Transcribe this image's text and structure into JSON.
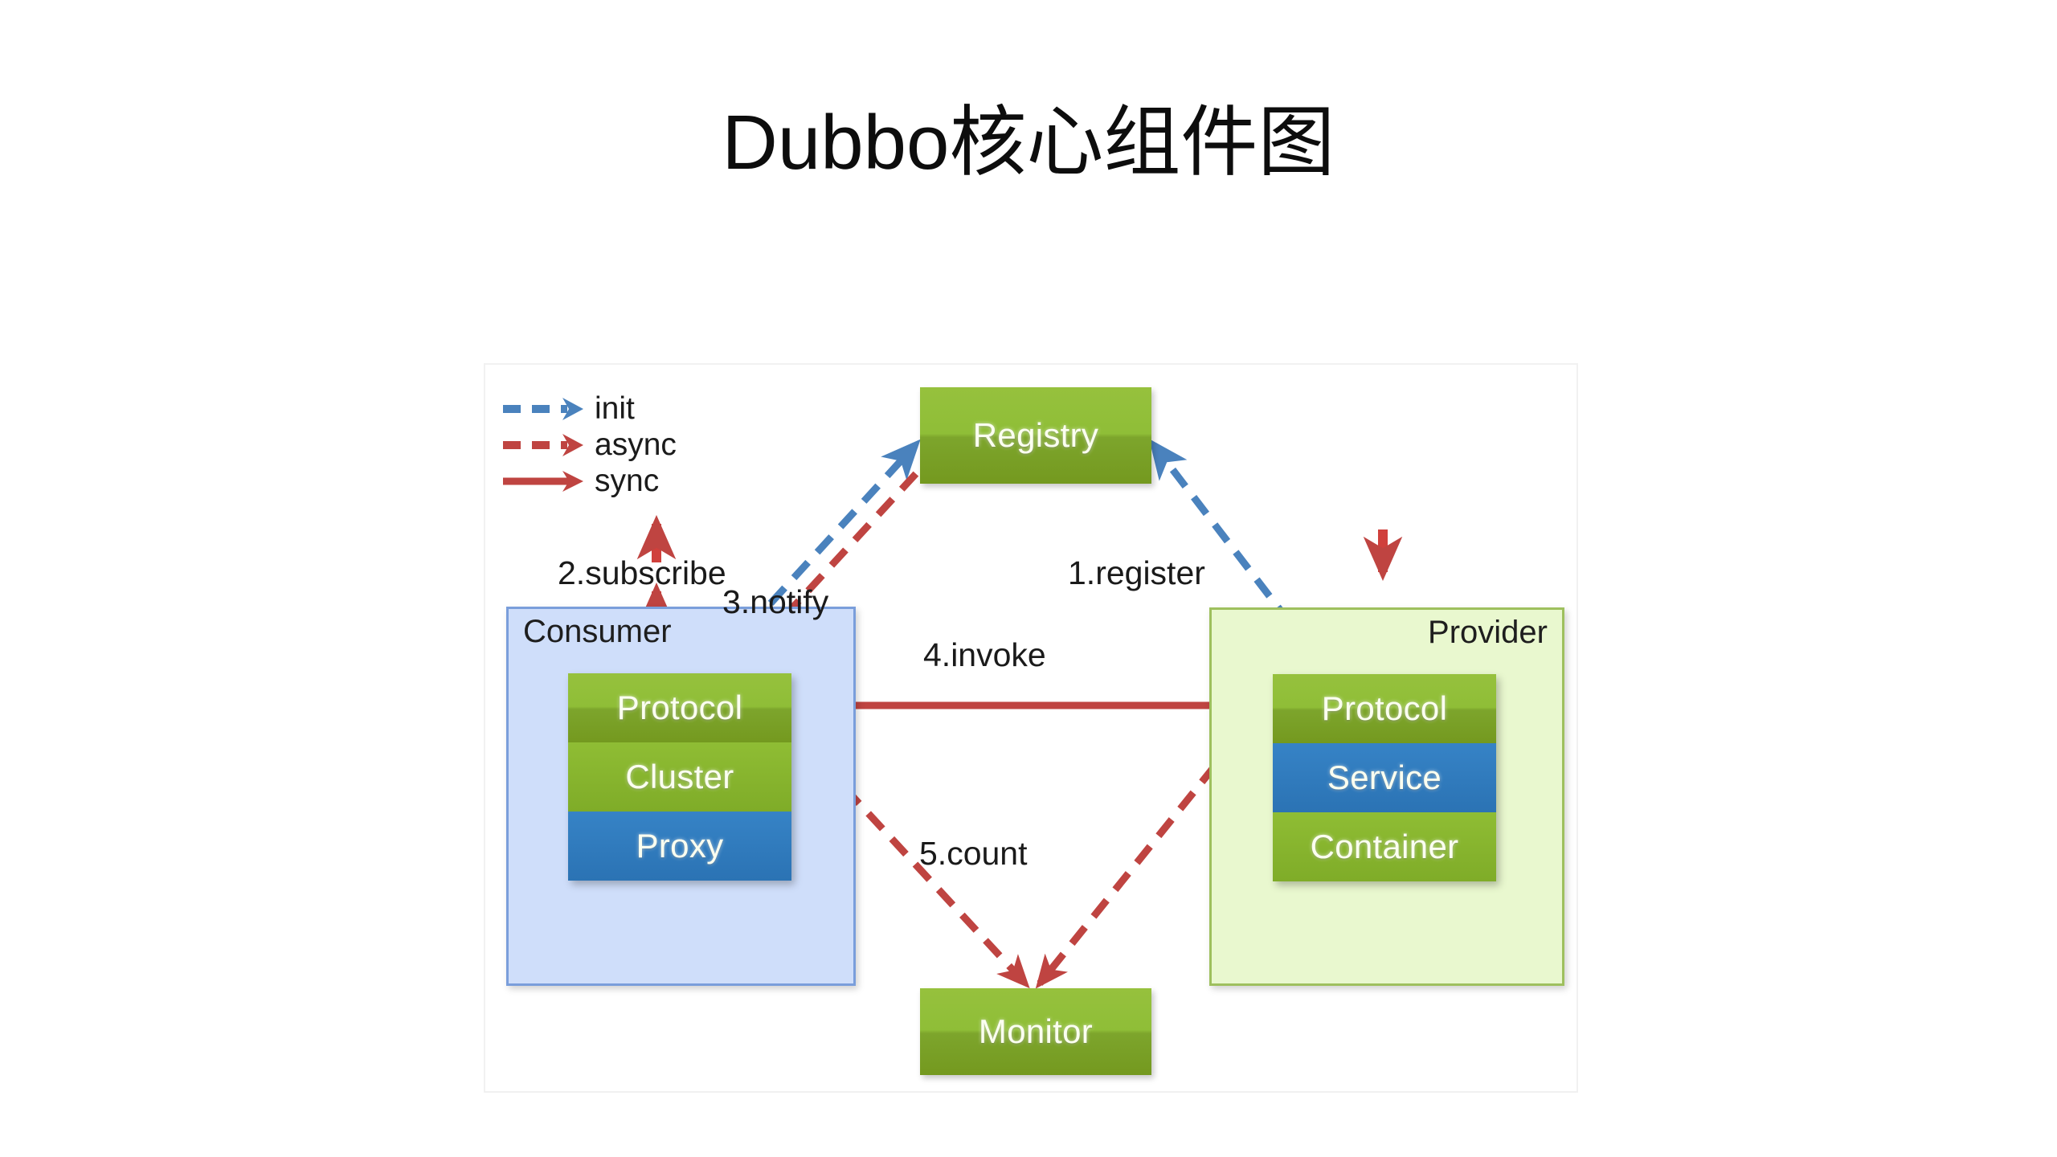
{
  "slide": {
    "title": "Dubbo核心组件图"
  },
  "diagram": {
    "legend": [
      {
        "label": "init",
        "style": "dashed",
        "color": "#4a82bd",
        "icon": "dashed-arrow-icon"
      },
      {
        "label": "async",
        "style": "dashed",
        "color": "#bf4441",
        "icon": "dashed-arrow-icon"
      },
      {
        "label": "sync",
        "style": "solid",
        "color": "#bf4441",
        "icon": "solid-arrow-icon"
      }
    ],
    "nodes": {
      "registry": {
        "label": "Registry",
        "color": "#8fbe37"
      },
      "monitor": {
        "label": "Monitor",
        "color": "#8fbe37"
      }
    },
    "consumer": {
      "title": "Consumer",
      "panel_color": "#cfdefa",
      "border_color": "#7a9edb",
      "layers": [
        {
          "label": "Protocol",
          "color": "#8fbe37"
        },
        {
          "label": "Cluster",
          "color": "#8fbd34"
        },
        {
          "label": "Proxy",
          "color": "#2b73b4"
        }
      ]
    },
    "provider": {
      "title": "Provider",
      "panel_color": "#e9f8cf",
      "border_color": "#9ec05e",
      "layers": [
        {
          "label": "Protocol",
          "color": "#8fbe37"
        },
        {
          "label": "Service",
          "color": "#2b73b4"
        },
        {
          "label": "Container",
          "color": "#8fbd34"
        }
      ]
    },
    "edges": [
      {
        "id": "1",
        "label": "1.register",
        "from": "Provider",
        "to": "Registry",
        "style": "init"
      },
      {
        "id": "2",
        "label": "2.subscribe",
        "from": "Consumer",
        "to": "Registry",
        "style": "init"
      },
      {
        "id": "3",
        "label": "3.notify",
        "from": "Registry",
        "to": "Consumer",
        "style": "async"
      },
      {
        "id": "4",
        "label": "4.invoke",
        "from": "Consumer",
        "to": "Provider",
        "style": "sync"
      },
      {
        "id": "5",
        "label": "5.count",
        "from": "Consumer and Provider",
        "to": "Monitor",
        "style": "async"
      }
    ]
  }
}
